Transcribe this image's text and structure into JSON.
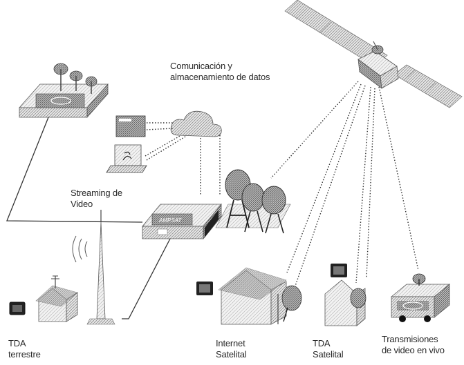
{
  "labels": {
    "data_comm": {
      "line1": "Comunicación y",
      "line2": "almacenamiento de datos"
    },
    "streaming": {
      "line1": "Streaming de",
      "line2": "Video"
    },
    "tda_terrestre": {
      "line1": "TDA",
      "line2": "terrestre"
    },
    "internet_satelital": {
      "line1": "Internet",
      "line2": "Satelital"
    },
    "tda_satelital": {
      "line1": "TDA",
      "line2": "Satelital"
    },
    "transmisiones": {
      "line1": "Transmisiones",
      "line2": "de video en vivo"
    }
  },
  "vehicle_logo": "AMPSAT",
  "colors": {
    "dotted_link": "#333333",
    "hatch": "#9a9a9a",
    "solid_link": "#333333"
  }
}
